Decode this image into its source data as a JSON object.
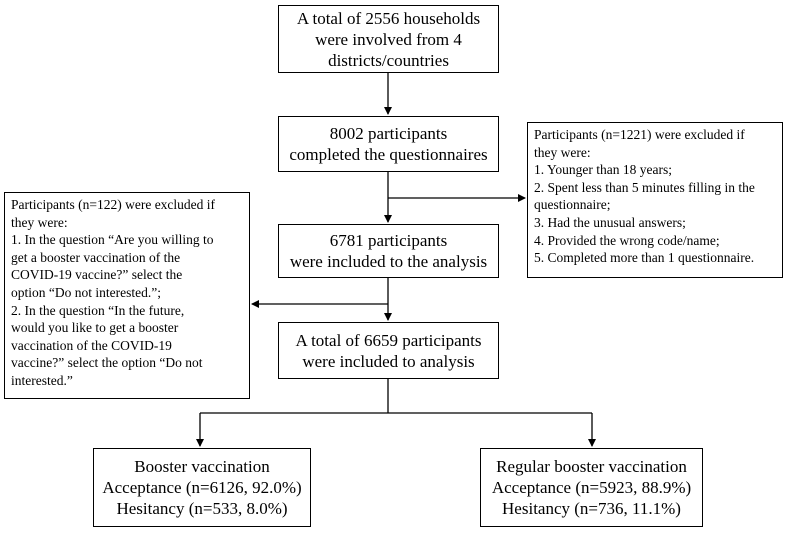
{
  "boxes": {
    "households": {
      "lines": [
        "A total of 2556 households",
        "were involved from 4",
        "districts/countries"
      ]
    },
    "participants": {
      "lines": [
        "8002 participants",
        "completed the questionnaires"
      ]
    },
    "included_first": {
      "lines": [
        "6781 participants",
        "were included to the analysis"
      ]
    },
    "included_final": {
      "lines": [
        "A total of 6659 participants",
        "were included to analysis"
      ]
    },
    "booster": {
      "lines": [
        "Booster vaccination",
        "Acceptance (n=6126, 92.0%)",
        "Hesitancy  (n=533, 8.0%)"
      ]
    },
    "regular_booster": {
      "lines": [
        "Regular booster vaccination",
        "Acceptance  (n=5923, 88.9%)",
        "Hesitancy  (n=736, 11.1%)"
      ]
    }
  },
  "exclusions": {
    "first": {
      "lines": [
        "Participants (n=1221) were excluded if",
        "they were:",
        "1. Younger than 18 years;",
        "2. Spent less than 5 minutes  filling in the",
        "questionnaire;",
        "3. Had the unusual  answers;",
        "4. Provided  the wrong code/name;",
        "5. Completed more than 1 questionnaire."
      ]
    },
    "second": {
      "lines": [
        "Participants (n=122) were excluded if",
        "they were:",
        "1. In the question “Are you willing to",
        "get a booster vaccination of the",
        "COVID-19 vaccine?” select the",
        "option “Do not interested.”;",
        "2. In the question “In the future,",
        "would you like to get a booster",
        "vaccination of the COVID-19",
        "vaccine?” select the option “Do not",
        "interested.”"
      ]
    }
  }
}
